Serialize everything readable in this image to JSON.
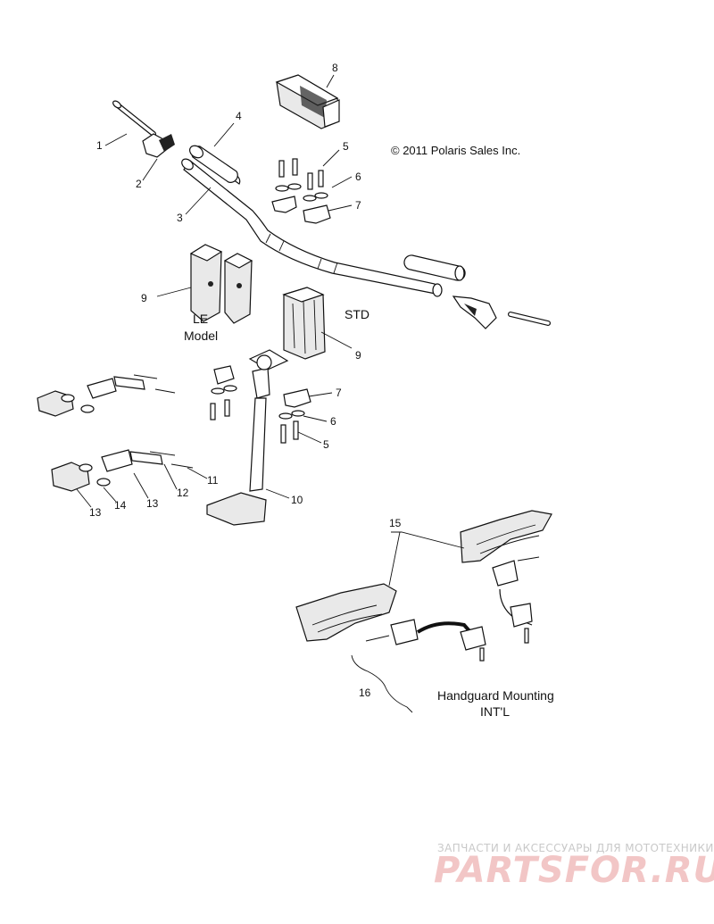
{
  "copyright": "© 2011 Polaris Sales Inc.",
  "labels": {
    "le_model_line1": "LE",
    "le_model_line2": "Model",
    "std": "STD",
    "handguard_line1": "Handguard Mounting",
    "handguard_line2": "INT'L"
  },
  "callouts": {
    "c1": "1",
    "c2": "2",
    "c3": "3",
    "c4": "4",
    "c5a": "5",
    "c5b": "5",
    "c6a": "6",
    "c6b": "6",
    "c7a": "7",
    "c7b": "7",
    "c8": "8",
    "c9a": "9",
    "c9b": "9",
    "c10": "10",
    "c11": "11",
    "c12": "12",
    "c13a": "13",
    "c13b": "13",
    "c14": "14",
    "c15": "15",
    "c16": "16"
  },
  "watermark": {
    "top_text": "ЗАПЧАСТИ И АКСЕССУАРЫ ДЛЯ МОТОТЕХНИКИ",
    "brand": "PARTSFOR.RU"
  }
}
